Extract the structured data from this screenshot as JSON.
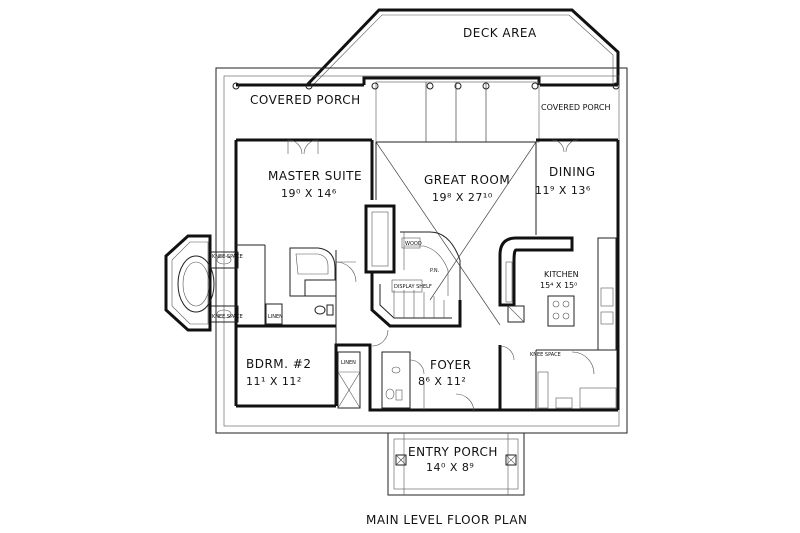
{
  "plan": {
    "title": "MAIN LEVEL FLOOR PLAN",
    "deck_label": "DECK AREA",
    "rooms": {
      "covered_porch_left": "COVERED PORCH",
      "covered_porch_right": "COVERED PORCH",
      "master_suite": {
        "name": "MASTER SUITE",
        "dim": "19⁰ X 14⁶"
      },
      "great_room": {
        "name": "GREAT ROOM",
        "dim": "19⁸ X 27¹⁰"
      },
      "dining": {
        "name": "DINING",
        "dim": "11⁹ X 13⁶"
      },
      "kitchen": {
        "name": "KITCHEN",
        "dim": "15⁴ X 15⁰"
      },
      "bedroom2": {
        "name": "BDRM. #2",
        "dim": "11¹ X 11²"
      },
      "foyer": {
        "name": "FOYER",
        "dim": "8⁶ X 11²"
      },
      "entry_porch": {
        "name": "ENTRY PORCH",
        "dim": "14⁰ X 8⁹"
      }
    },
    "small_labels": {
      "linen": "LINEN",
      "linen2": "LINEN",
      "knee_space_top": "KNEE SPACE",
      "knee_space_bottom": "KNEE SPACE",
      "knee_space_kitchen": "KNEE SPACE",
      "wood": "WOOD",
      "display": "DISPLAY SHELF",
      "pantry": "P.N."
    }
  }
}
